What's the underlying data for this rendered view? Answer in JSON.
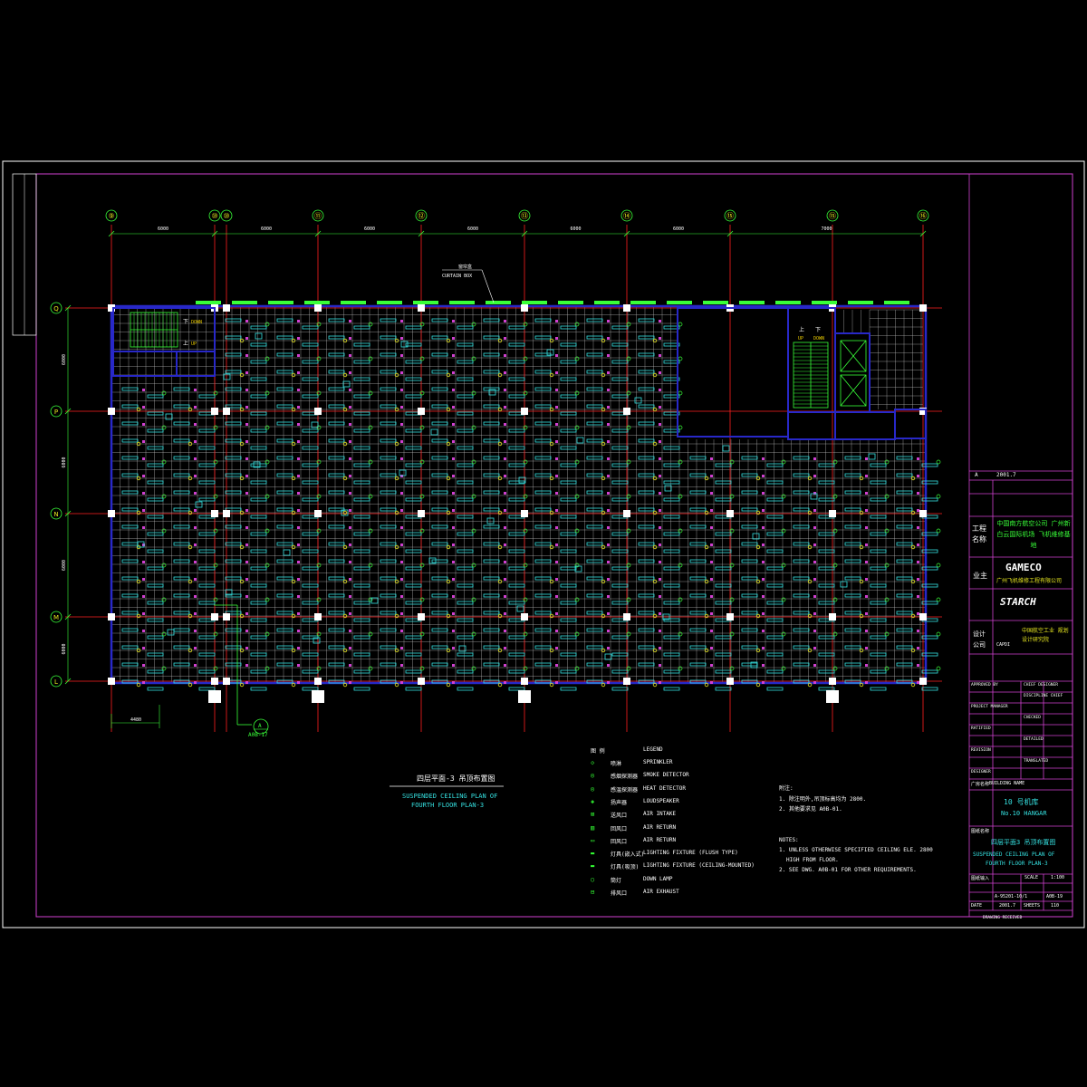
{
  "drawing": {
    "title_cn": "四层平面-3 吊顶布置图",
    "title_en_1": "SUSPENDED CEILING PLAN OF",
    "title_en_2": "FOURTH FLOOR PLAN-3",
    "curtain_box_cn": "窗帘盒",
    "curtain_box_en": "CURTAIN BOX",
    "down_label": "DOWN",
    "up_label": "UP",
    "down_cn": "下",
    "up_cn": "上",
    "detail_ref_letter": "A",
    "detail_ref_sheet": "A0B-17",
    "dim_4480": "4480",
    "colors": {
      "background": "#000000",
      "grid": "#c8c8c8",
      "column_lines": "#ff2020",
      "walls": "#2828c8",
      "stairs": "#39ff39",
      "fixtures": "#35e0e0",
      "sprinklers": "#e6e620",
      "frame": "#ffffff",
      "magenta": "#d040d0"
    }
  },
  "axes": {
    "columns": [
      "⑨",
      "⑩",
      "⑩",
      "⑪",
      "⑫",
      "⑬",
      "⑭",
      "⑮",
      "⑮",
      "⑯"
    ],
    "rows": [
      "Q",
      "P",
      "N",
      "M",
      "L"
    ],
    "top_dims": [
      "6000",
      "6000",
      "6000",
      "6000",
      "6000",
      "6000",
      "7000"
    ],
    "left_dims": [
      "6000",
      "6000",
      "6000",
      "6000"
    ]
  },
  "legend": {
    "header_cn": "图 例",
    "header_en": "LEGEND",
    "items": [
      {
        "sym": "◇",
        "cn": "喷淋",
        "en": "SPRINKLER"
      },
      {
        "sym": "◎",
        "cn": "感烟探测器",
        "en": "SMOKE DETECTOR"
      },
      {
        "sym": "◎",
        "cn": "感温探测器",
        "en": "HEAT DETECTOR"
      },
      {
        "sym": "◈",
        "cn": "扬声器",
        "en": "LOUDSPEAKER"
      },
      {
        "sym": "⊠",
        "cn": "送风口",
        "en": "AIR INTAKE"
      },
      {
        "sym": "▥",
        "cn": "回风口",
        "en": "AIR RETURN"
      },
      {
        "sym": "▭",
        "cn": "回风口",
        "en": "AIR RETURN"
      },
      {
        "sym": "▬",
        "cn": "灯具(嵌入式)",
        "en": "LIGHTING FIXTURE (FLUSH TYPE)"
      },
      {
        "sym": "▬",
        "cn": "灯具(吸顶)",
        "en": "LIGHTING FIXTURE (CEILING-MOUNTED)"
      },
      {
        "sym": "○",
        "cn": "筒灯",
        "en": "DOWN LAMP"
      },
      {
        "sym": "⊟",
        "cn": "排风口",
        "en": "AIR EXHAUST"
      }
    ]
  },
  "notes": {
    "cn_header": "附注:",
    "cn_1": "1. 除注明外,吊顶标高均为 2800.",
    "cn_2": "2. 其他要求见 A0B-01.",
    "en_header": "NOTES:",
    "en_1": "1. UNLESS OTHERWISE SPECIFIED CEILING ELE. 2800",
    "en_1b": "HIGH FROM FLOOR.",
    "en_2": "2. SEE DWG. A0B-01 FOR OTHER REQUIREMENTS."
  },
  "title_block": {
    "rev": "A",
    "rev_date": "2001.7",
    "project_label": "工程名称",
    "project_cn": "中国南方航空公司 广州新白云国际机场 飞机维修基地",
    "owner_label": "业主",
    "owner_logo": "GAMECO",
    "owner_cn": "广州飞机维修工程有限公司",
    "design_group_logo": "STARCH",
    "designer_label": "设计公司",
    "designer_cn": "中国航空工业 规划设计研究院",
    "designer_abbr": "CAPDI",
    "building_label": "广房名称",
    "building_name_en": "BUILDING NAME",
    "building_cn": "10 号机库",
    "building_en": "No.10 HANGAR",
    "drawing_title_label": "图纸名称",
    "drawing_title_cn": "四层平面3 吊顶布置图",
    "drawing_title_en_1": "SUSPENDED CEILING PLAN OF",
    "drawing_title_en_2": "FOURTH FLOOR PLAN-3",
    "scale": "1:100",
    "drawing_no": "A-95201-10/1",
    "sheet_no": "A0B-19",
    "date": "2001.7",
    "sheet": "110",
    "approved_by": "APPROVED BY",
    "project_manager": "PROJECT MANAGER",
    "ratified": "RATIFIED",
    "revision": "REVISION",
    "designer": "DESIGNER",
    "checked": "CHECKED",
    "detailed": "DETAILED",
    "translated": "TRANSLATED",
    "discipline_chief": "DISCIPLINE CHIEF",
    "chief_designer": "CHIEF DESIGNER",
    "drawing_received": "DRAWING RECEIVED",
    "pingmian_label": "图纸输入",
    "scale_label": "SCALE",
    "date_label": "DATE",
    "sheet_label": "SHEETS"
  }
}
